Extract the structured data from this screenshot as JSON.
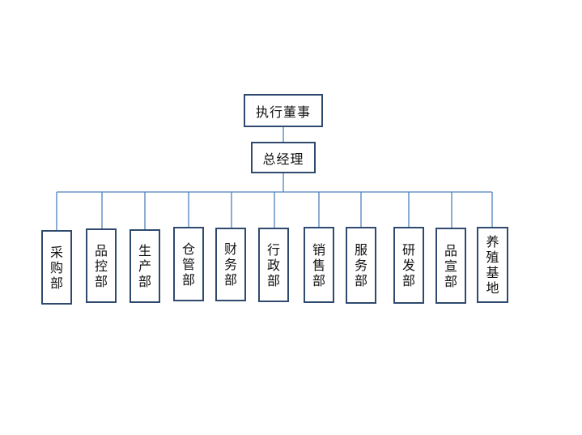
{
  "colors": {
    "line": "#4f81bd",
    "border": "#2f4a6e",
    "text": "#111111"
  },
  "chart": {
    "ceo": "执行董事",
    "gm": "总经理",
    "departments": [
      "采购部",
      "品控部",
      "生产部",
      "仓管部",
      "财务部",
      "行政部",
      "销售部",
      "服务部",
      "研发部",
      "品宣部",
      "养殖基地"
    ]
  }
}
